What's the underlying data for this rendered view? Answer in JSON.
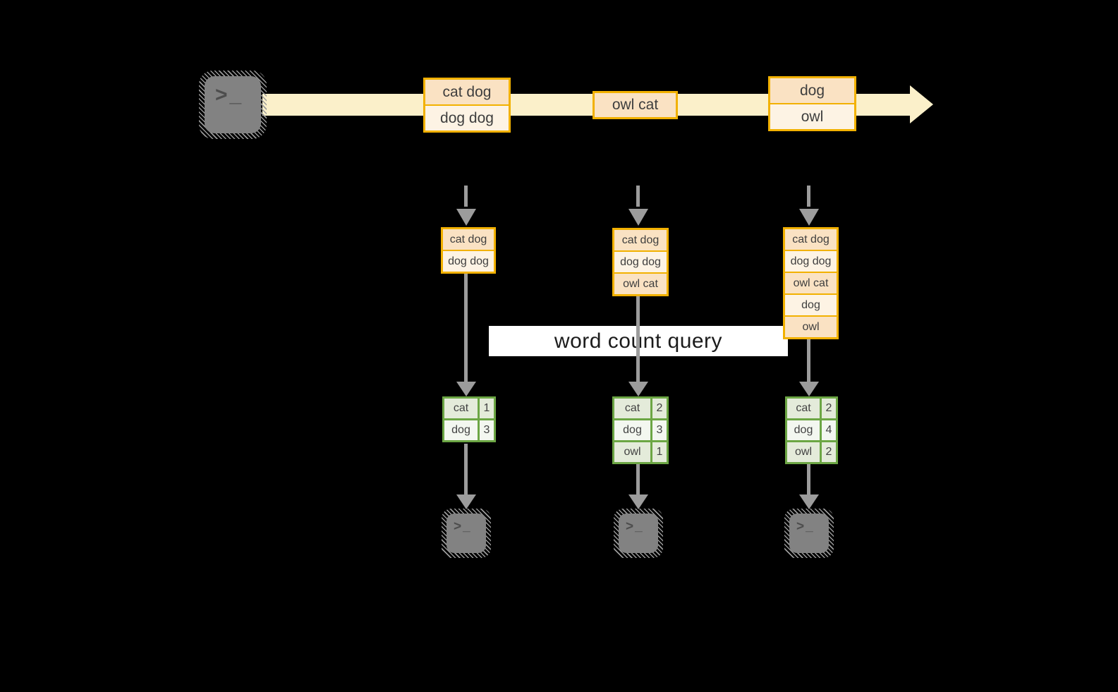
{
  "colors": {
    "background": "#000000",
    "stream_band": "#FBF0CA",
    "event_border": "#F2B100",
    "event_row_dark": "#FAE2C3",
    "event_row_light": "#FDF3E4",
    "count_table_border": "#6CA644",
    "count_cell_dark": "#E4EBDA",
    "count_cell_light": "#F3F7F0",
    "arrow_gray": "#9C9C9C",
    "terminal_gray": "#828282",
    "query_band_bg": "#FFFFFF"
  },
  "terminal_glyph": ">_",
  "query_label": "word count query",
  "stream_events": [
    {
      "lines": [
        "cat dog",
        "dog dog"
      ]
    },
    {
      "lines": [
        "owl cat"
      ]
    },
    {
      "lines": [
        "dog",
        "owl"
      ]
    }
  ],
  "columns": [
    {
      "state_rows": [
        "cat dog",
        "dog dog"
      ],
      "count_rows": [
        [
          "cat",
          "1"
        ],
        [
          "dog",
          "3"
        ]
      ]
    },
    {
      "state_rows": [
        "cat dog",
        "dog dog",
        "owl cat"
      ],
      "count_rows": [
        [
          "cat",
          "2"
        ],
        [
          "dog",
          "3"
        ],
        [
          "owl",
          "1"
        ]
      ]
    },
    {
      "state_rows": [
        "cat dog",
        "dog dog",
        "owl cat",
        "dog",
        "owl"
      ],
      "count_rows": [
        [
          "cat",
          "2"
        ],
        [
          "dog",
          "4"
        ],
        [
          "owl",
          "2"
        ]
      ]
    }
  ]
}
